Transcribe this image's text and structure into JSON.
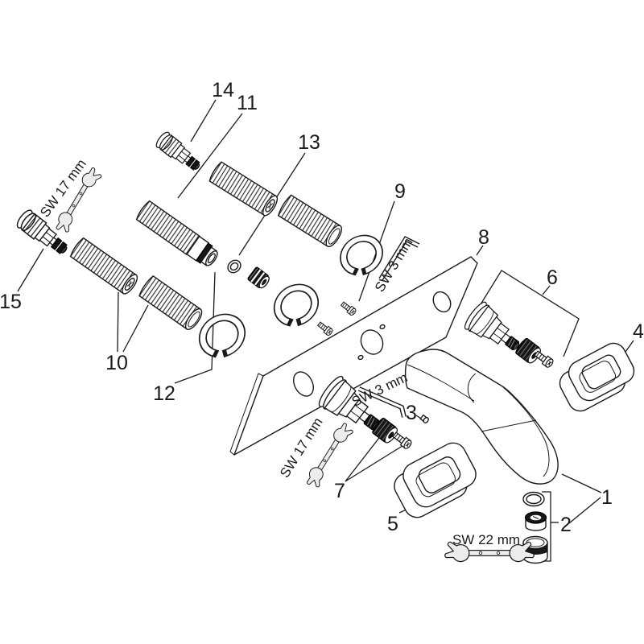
{
  "diagram": {
    "kind": "exploded-parts-technical-drawing",
    "background": "#ffffff",
    "line_color": "#1a1a1a",
    "dark_part_color": "#161616",
    "tool_fill_color": "#ececec"
  },
  "part_labels": {
    "p1": "1",
    "p2": "2",
    "p3": "3",
    "p4": "4",
    "p5": "5",
    "p6": "6",
    "p7": "7",
    "p8": "8",
    "p9": "9",
    "p10": "10",
    "p11": "11",
    "p12": "12",
    "p13": "13",
    "p14": "14",
    "p15": "15"
  },
  "tool_labels": {
    "sw17_top": "SW 17 mm",
    "sw3_top": "SW 3 mm",
    "sw3_mid": "SW 3 mm",
    "sw17_mid": "SW 17 mm",
    "sw22": "SW 22 mm"
  },
  "icons": {
    "wrench": "open-end-wrench",
    "allen_key": "hex-key"
  }
}
